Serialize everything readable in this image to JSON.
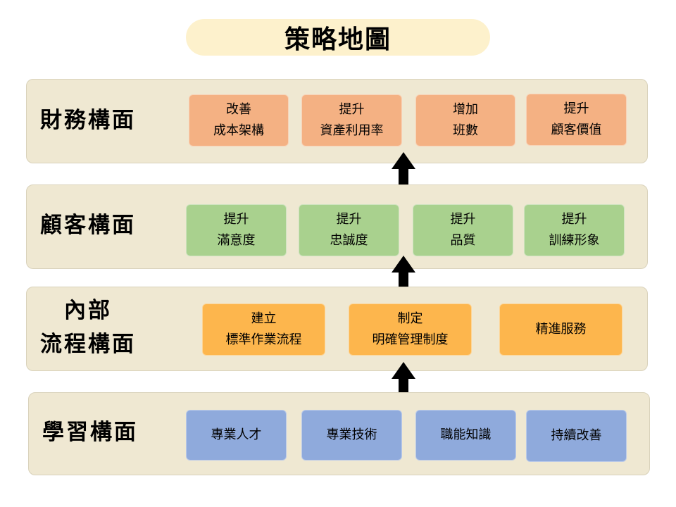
{
  "title": "策略地圖",
  "layers": {
    "financial": {
      "label": "財務構面",
      "boxes": [
        "改善\n成本架構",
        "提升\n資產利用率",
        "增加\n班數",
        "提升\n顧客價值"
      ]
    },
    "customer": {
      "label": "顧客構面",
      "boxes": [
        "提升\n滿意度",
        "提升\n忠誠度",
        "提升\n品質",
        "提升\n訓練形象"
      ]
    },
    "process": {
      "label_line1": "內部",
      "label_line2": "流程構面",
      "boxes": [
        "建立\n標準作業流程",
        "制定\n明確管理制度",
        "精進服務"
      ]
    },
    "learning": {
      "label": "學習構面",
      "boxes": [
        "專業人才",
        "專業技術",
        "職能知識",
        "持續改善"
      ]
    }
  },
  "colors": {
    "title_bg": "#fdf1cc",
    "layer_bg": "#efe8d2",
    "financial": "#f4b183",
    "customer": "#a9d18e",
    "process": "#fdb64d",
    "learning": "#8faadc",
    "arrow": "#000000"
  },
  "icons": [
    "up-arrow-icon"
  ]
}
